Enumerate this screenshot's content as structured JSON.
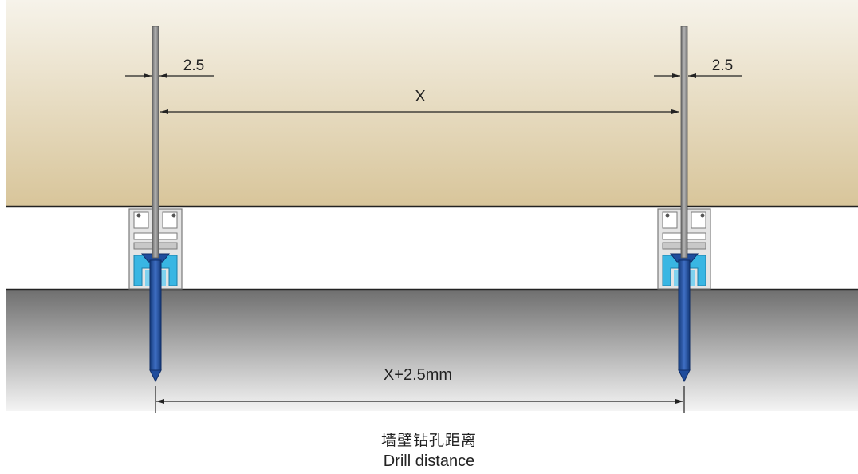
{
  "dimensions": {
    "left_gap": "2.5",
    "right_gap": "2.5",
    "rod_spacing": "X",
    "drill_spacing": "X+2.5mm"
  },
  "caption": {
    "chinese": "墙壁钻孔距离",
    "english": "Drill distance"
  },
  "colors": {
    "wall_top": "#f6f3ea",
    "wall_bottom": "#d8c59a",
    "floor_top": "#6f6f6f",
    "floor_bottom": "#f4f4f4",
    "rod": "#8a8a8a",
    "anchor": "#1f4c9c",
    "insert": "#39b6e3",
    "profile": "#d0d0d0",
    "dimension_line": "#222222"
  }
}
